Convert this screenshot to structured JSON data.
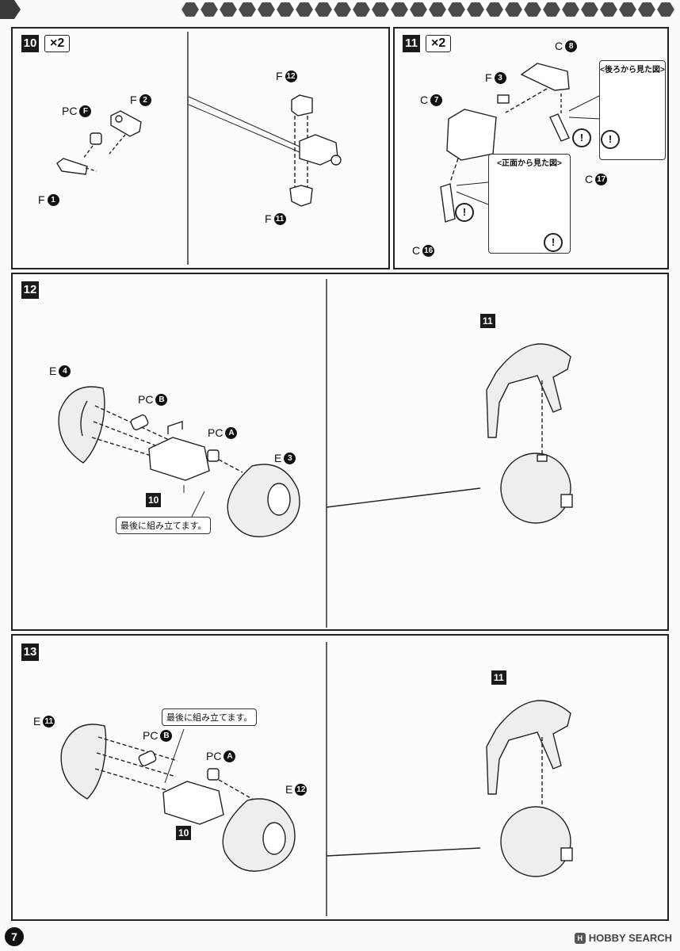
{
  "steps": {
    "s10": {
      "num": "10",
      "mult": "×2",
      "parts": {
        "pcf": "PC",
        "pcf_id": "F",
        "f2": "F",
        "f2_id": "2",
        "f1": "F",
        "f1_id": "1",
        "f12": "F",
        "f12_id": "12",
        "f11": "F",
        "f11_id": "11"
      }
    },
    "s11": {
      "num": "11",
      "mult": "×2",
      "parts": {
        "c8": "C",
        "c8_id": "8",
        "f3": "F",
        "f3_id": "3",
        "c7": "C",
        "c7_id": "7",
        "c17": "C",
        "c17_id": "17",
        "c16": "C",
        "c16_id": "16"
      },
      "back_view": "<後ろから見た図>",
      "front_view": "<正面から見た図>",
      "warn": "!"
    },
    "s12": {
      "num": "12",
      "parts": {
        "e4": "E",
        "e4_id": "4",
        "pcb": "PC",
        "pcb_id": "B",
        "pca": "PC",
        "pca_id": "A",
        "e3": "E",
        "e3_id": "3"
      },
      "asm10": "10",
      "asm11": "11",
      "note": "最後に組み立てます。"
    },
    "s13": {
      "num": "13",
      "parts": {
        "e11": "E",
        "e11_id": "11",
        "pcb": "PC",
        "pcb_id": "B",
        "pca": "PC",
        "pca_id": "A",
        "e12": "E",
        "e12_id": "12"
      },
      "asm10": "10",
      "asm11": "11",
      "note": "最後に組み立てます。"
    }
  },
  "footer": {
    "page": "7",
    "watermark": "HOBBY SEARCH",
    "watermark_icon": "H"
  }
}
